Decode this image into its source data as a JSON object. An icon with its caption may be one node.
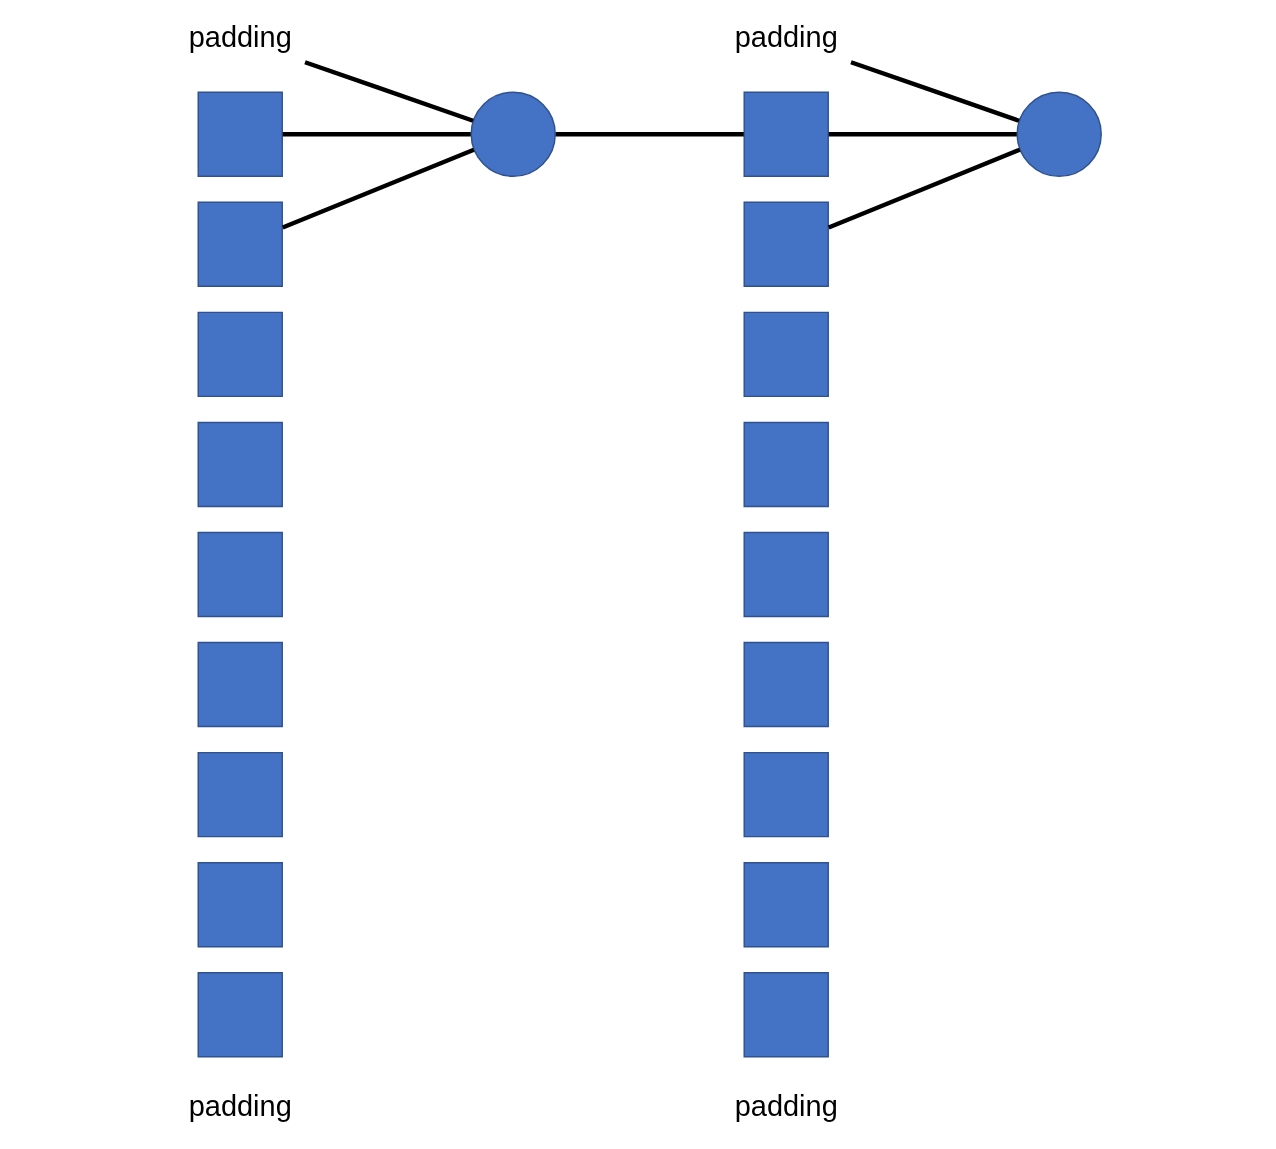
{
  "diagram": {
    "nodes": [
      {
        "text": [
          "padding"
        ]
      },
      {
        "text": [],
        "shape": "box"
      },
      {
        "text": [],
        "shape": "box"
      },
      {
        "text": [],
        "shape": "box"
      },
      {
        "text": [],
        "shape": "box"
      },
      {
        "text": [],
        "shape": "box"
      },
      {
        "text": [],
        "shape": "box"
      },
      {
        "text": [],
        "shape": "box"
      },
      {
        "text": [],
        "shape": "box"
      },
      {
        "text": [],
        "shape": "box"
      },
      {
        "text": [],
        "shape": "circle"
      },
      {
        "text": [
          "padding"
        ]
      },
      {
        "text": [],
        "shape": "box"
      },
      {
        "text": [],
        "shape": "box"
      },
      {
        "text": [],
        "shape": "box"
      },
      {
        "text": [],
        "shape": "box"
      },
      {
        "text": [],
        "shape": "box"
      },
      {
        "text": [],
        "shape": "box"
      },
      {
        "text": [],
        "shape": "box"
      },
      {
        "text": [],
        "shape": "box"
      },
      {
        "text": [],
        "shape": "box"
      },
      {
        "text": [],
        "shape": "circle"
      }
    ],
    "edges": [
      {
        "from": 0,
        "to": 10,
        "arrow": "none"
      },
      {
        "from": 1,
        "to": 10,
        "arrow": "none"
      },
      {
        "from": 2,
        "to": 10,
        "arrow": "none"
      },
      {
        "from": 10,
        "to": 12,
        "arrow": "none"
      },
      {
        "from": 11,
        "to": 21,
        "arrow": "none"
      },
      {
        "from": 12,
        "to": 21,
        "arrow": "none"
      },
      {
        "from": 13,
        "to": 21,
        "arrow": "none"
      }
    ],
    "labels": [
      "padding",
      "padding"
    ]
  }
}
